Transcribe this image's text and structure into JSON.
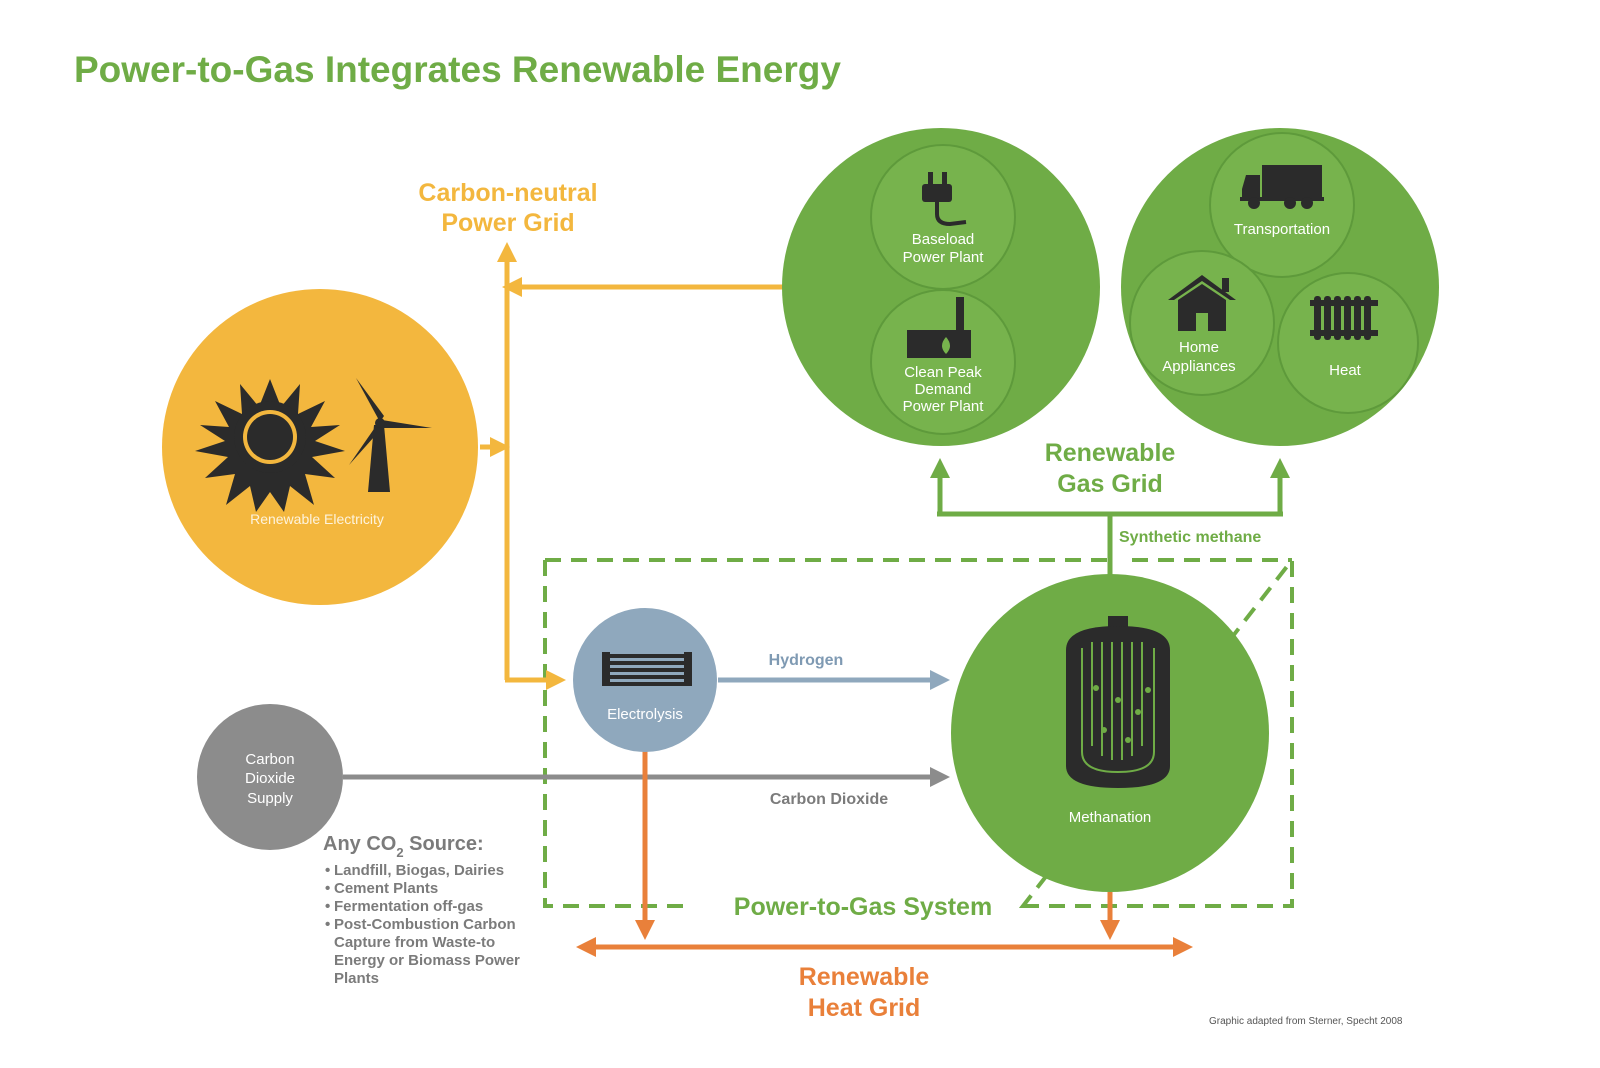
{
  "title": "Power-to-Gas Integrates Renewable Energy",
  "power_grid": {
    "line1": "Carbon-neutral",
    "line2": "Power Grid"
  },
  "renewable_electricity": {
    "label": "Renewable Electricity"
  },
  "consumers_left": {
    "baseload": {
      "line1": "Baseload",
      "line2": "Power Plant"
    },
    "clean_peak": {
      "line1": "Clean Peak",
      "line2": "Demand",
      "line3": "Power Plant"
    }
  },
  "consumers_right": {
    "transportation": "Transportation",
    "home": {
      "line1": "Home",
      "line2": "Appliances"
    },
    "heat": "Heat"
  },
  "gas_grid": {
    "line1": "Renewable",
    "line2": "Gas Grid"
  },
  "flows": {
    "synthetic_methane": "Synthetic methane",
    "hydrogen": "Hydrogen",
    "carbon_dioxide": "Carbon Dioxide"
  },
  "electrolysis": {
    "label": "Electrolysis"
  },
  "methanation": {
    "label": "Methanation"
  },
  "co2_supply": {
    "line1": "Carbon",
    "line2": "Dioxide",
    "line3": "Supply"
  },
  "co2_sources": {
    "heading_pre": "Any CO",
    "heading_sub": "2",
    "heading_post": " Source:",
    "items": [
      "Landfill, Biogas, Dairies",
      "Cement Plants",
      "Fermentation off-gas",
      "Post-Combustion Carbon"
    ],
    "continuation": [
      "Capture from Waste-to",
      "Energy or Biomass Power",
      "Plants"
    ]
  },
  "system_label": "Power-to-Gas System",
  "heat_grid": {
    "line1": "Renewable",
    "line2": "Heat Grid"
  },
  "credit": "Graphic adapted from Sterner, Specht 2008",
  "colors": {
    "green": "#6fac46",
    "yellow": "#f3b73e",
    "orange": "#e9803a",
    "blue_gray": "#8fa8bd",
    "gray": "#8c8c8c",
    "icon": "#2b2b2b"
  }
}
